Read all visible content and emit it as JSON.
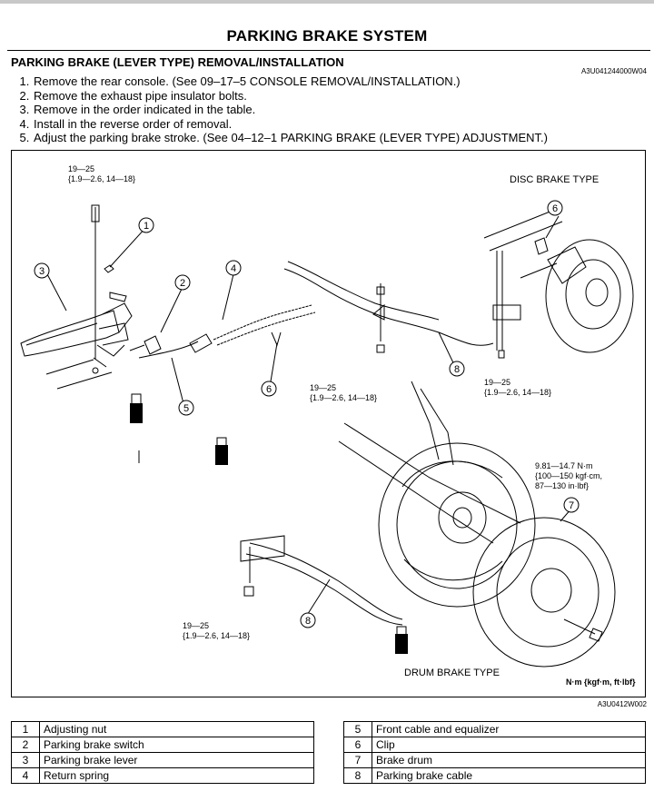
{
  "page": {
    "title": "PARKING BRAKE SYSTEM",
    "section_title": "PARKING BRAKE (LEVER TYPE) REMOVAL/INSTALLATION",
    "doc_code": "A3U041244000W04",
    "figure_code": "A3U0412W002"
  },
  "steps": [
    "Remove the rear console. (See 09–17–5 CONSOLE REMOVAL/INSTALLATION.)",
    "Remove the exhaust pipe insulator bolts.",
    "Remove in the order indicated in the table.",
    "Install in the reverse order of removal.",
    "Adjust the parking brake stroke. (See 04–12–1 PARKING BRAKE (LEVER TYPE) ADJUSTMENT.)"
  ],
  "figure": {
    "disc_label": "DISC BRAKE TYPE",
    "drum_label": "DRUM BRAKE TYPE",
    "units": "N·m {kgf·m, ft·lbf}",
    "torque_a": [
      "19—25",
      "{1.9—2.6, 14—18}"
    ],
    "torque_b": [
      "19—25",
      "{1.9—2.6, 14—18}"
    ],
    "torque_c": [
      "19—25",
      "{1.9—2.6, 14—18}"
    ],
    "torque_d": [
      "19—25",
      "{1.9—2.6, 14—18}"
    ],
    "torque_e": [
      "9.81—14.7 N·m",
      "{100—150 kgf·cm,",
      "87—130 in·lbf}"
    ],
    "callouts": {
      "c1": "1",
      "c2": "2",
      "c3": "3",
      "c4": "4",
      "c5": "5",
      "c6a": "6",
      "c6b": "6",
      "c7": "7",
      "c8a": "8",
      "c8b": "8"
    }
  },
  "parts_left": [
    {
      "num": "1",
      "name": "Adjusting nut"
    },
    {
      "num": "2",
      "name": "Parking brake switch"
    },
    {
      "num": "3",
      "name": "Parking brake lever"
    },
    {
      "num": "4",
      "name": "Return spring"
    }
  ],
  "parts_right": [
    {
      "num": "5",
      "name": "Front cable and equalizer"
    },
    {
      "num": "6",
      "name": "Clip"
    },
    {
      "num": "7",
      "name": "Brake drum"
    },
    {
      "num": "8",
      "name": "Parking brake cable"
    }
  ]
}
